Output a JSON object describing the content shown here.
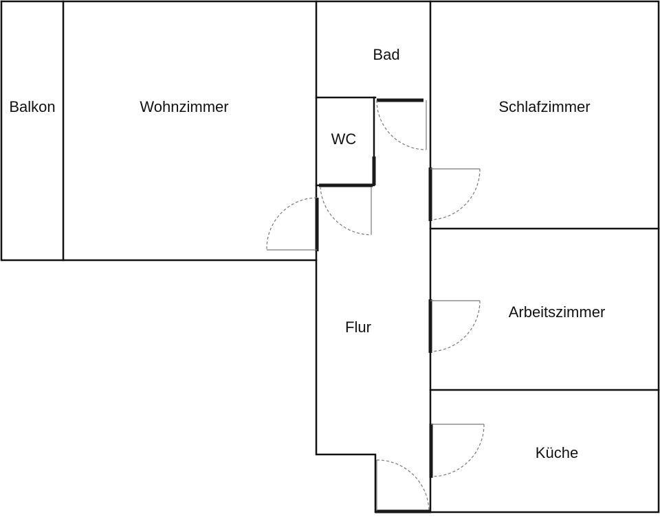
{
  "rooms": {
    "balkon": "Balkon",
    "wohnzimmer": "Wohnzimmer",
    "bad": "Bad",
    "wc": "WC",
    "schlafzimmer": "Schlafzimmer",
    "flur": "Flur",
    "arbeitszimmer": "Arbeitszimmer",
    "kueche": "Küche"
  }
}
